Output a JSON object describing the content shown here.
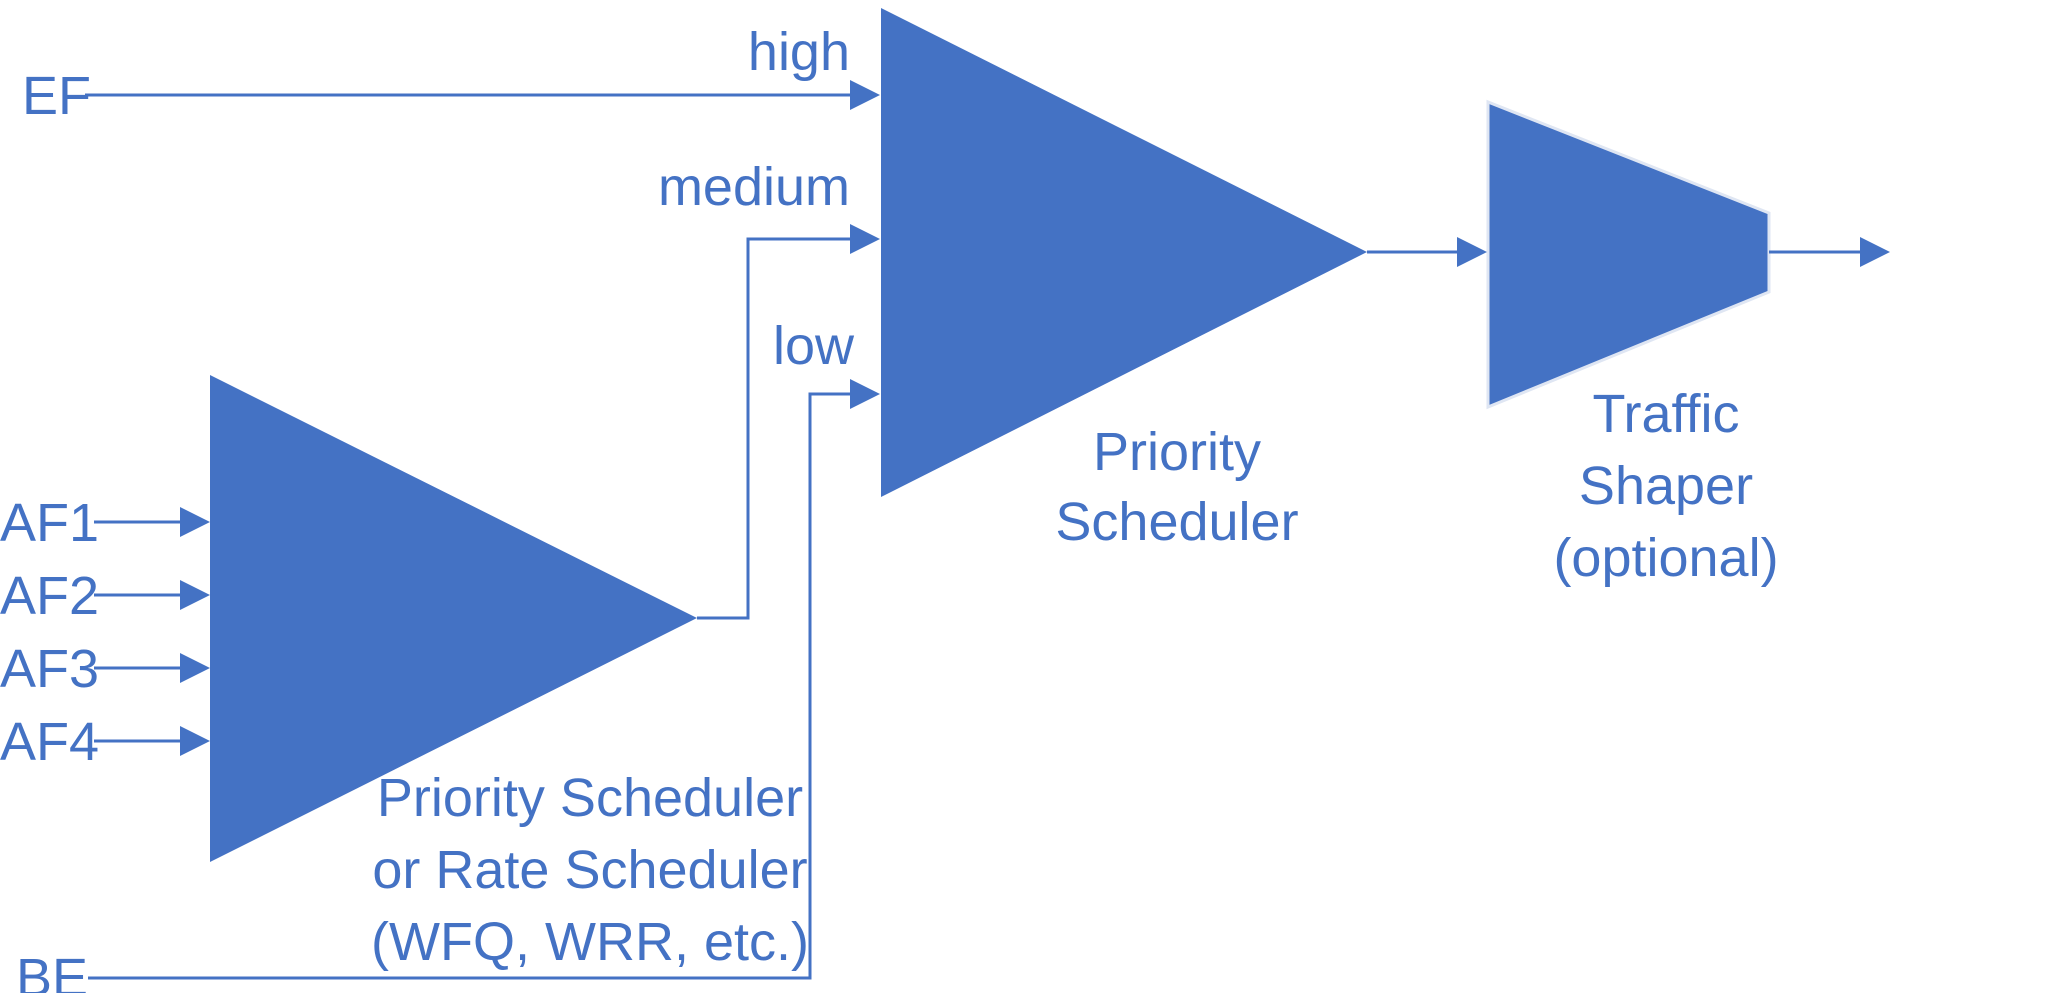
{
  "diagram": {
    "color": "#4472c4",
    "inputs": {
      "ef": "EF",
      "af1": "AF1",
      "af2": "AF2",
      "af3": "AF3",
      "af4": "AF4",
      "be": "BE"
    },
    "priority_levels": {
      "high": "high",
      "medium": "medium",
      "low": "low"
    },
    "af_scheduler": {
      "line1": "Priority Scheduler",
      "line2": "or Rate Scheduler",
      "line3": "(WFQ, WRR, etc.)"
    },
    "priority_scheduler": {
      "line1": "Priority",
      "line2": "Scheduler"
    },
    "traffic_shaper": {
      "line1": "Traffic",
      "line2": "Shaper",
      "line3": "(optional)"
    }
  }
}
